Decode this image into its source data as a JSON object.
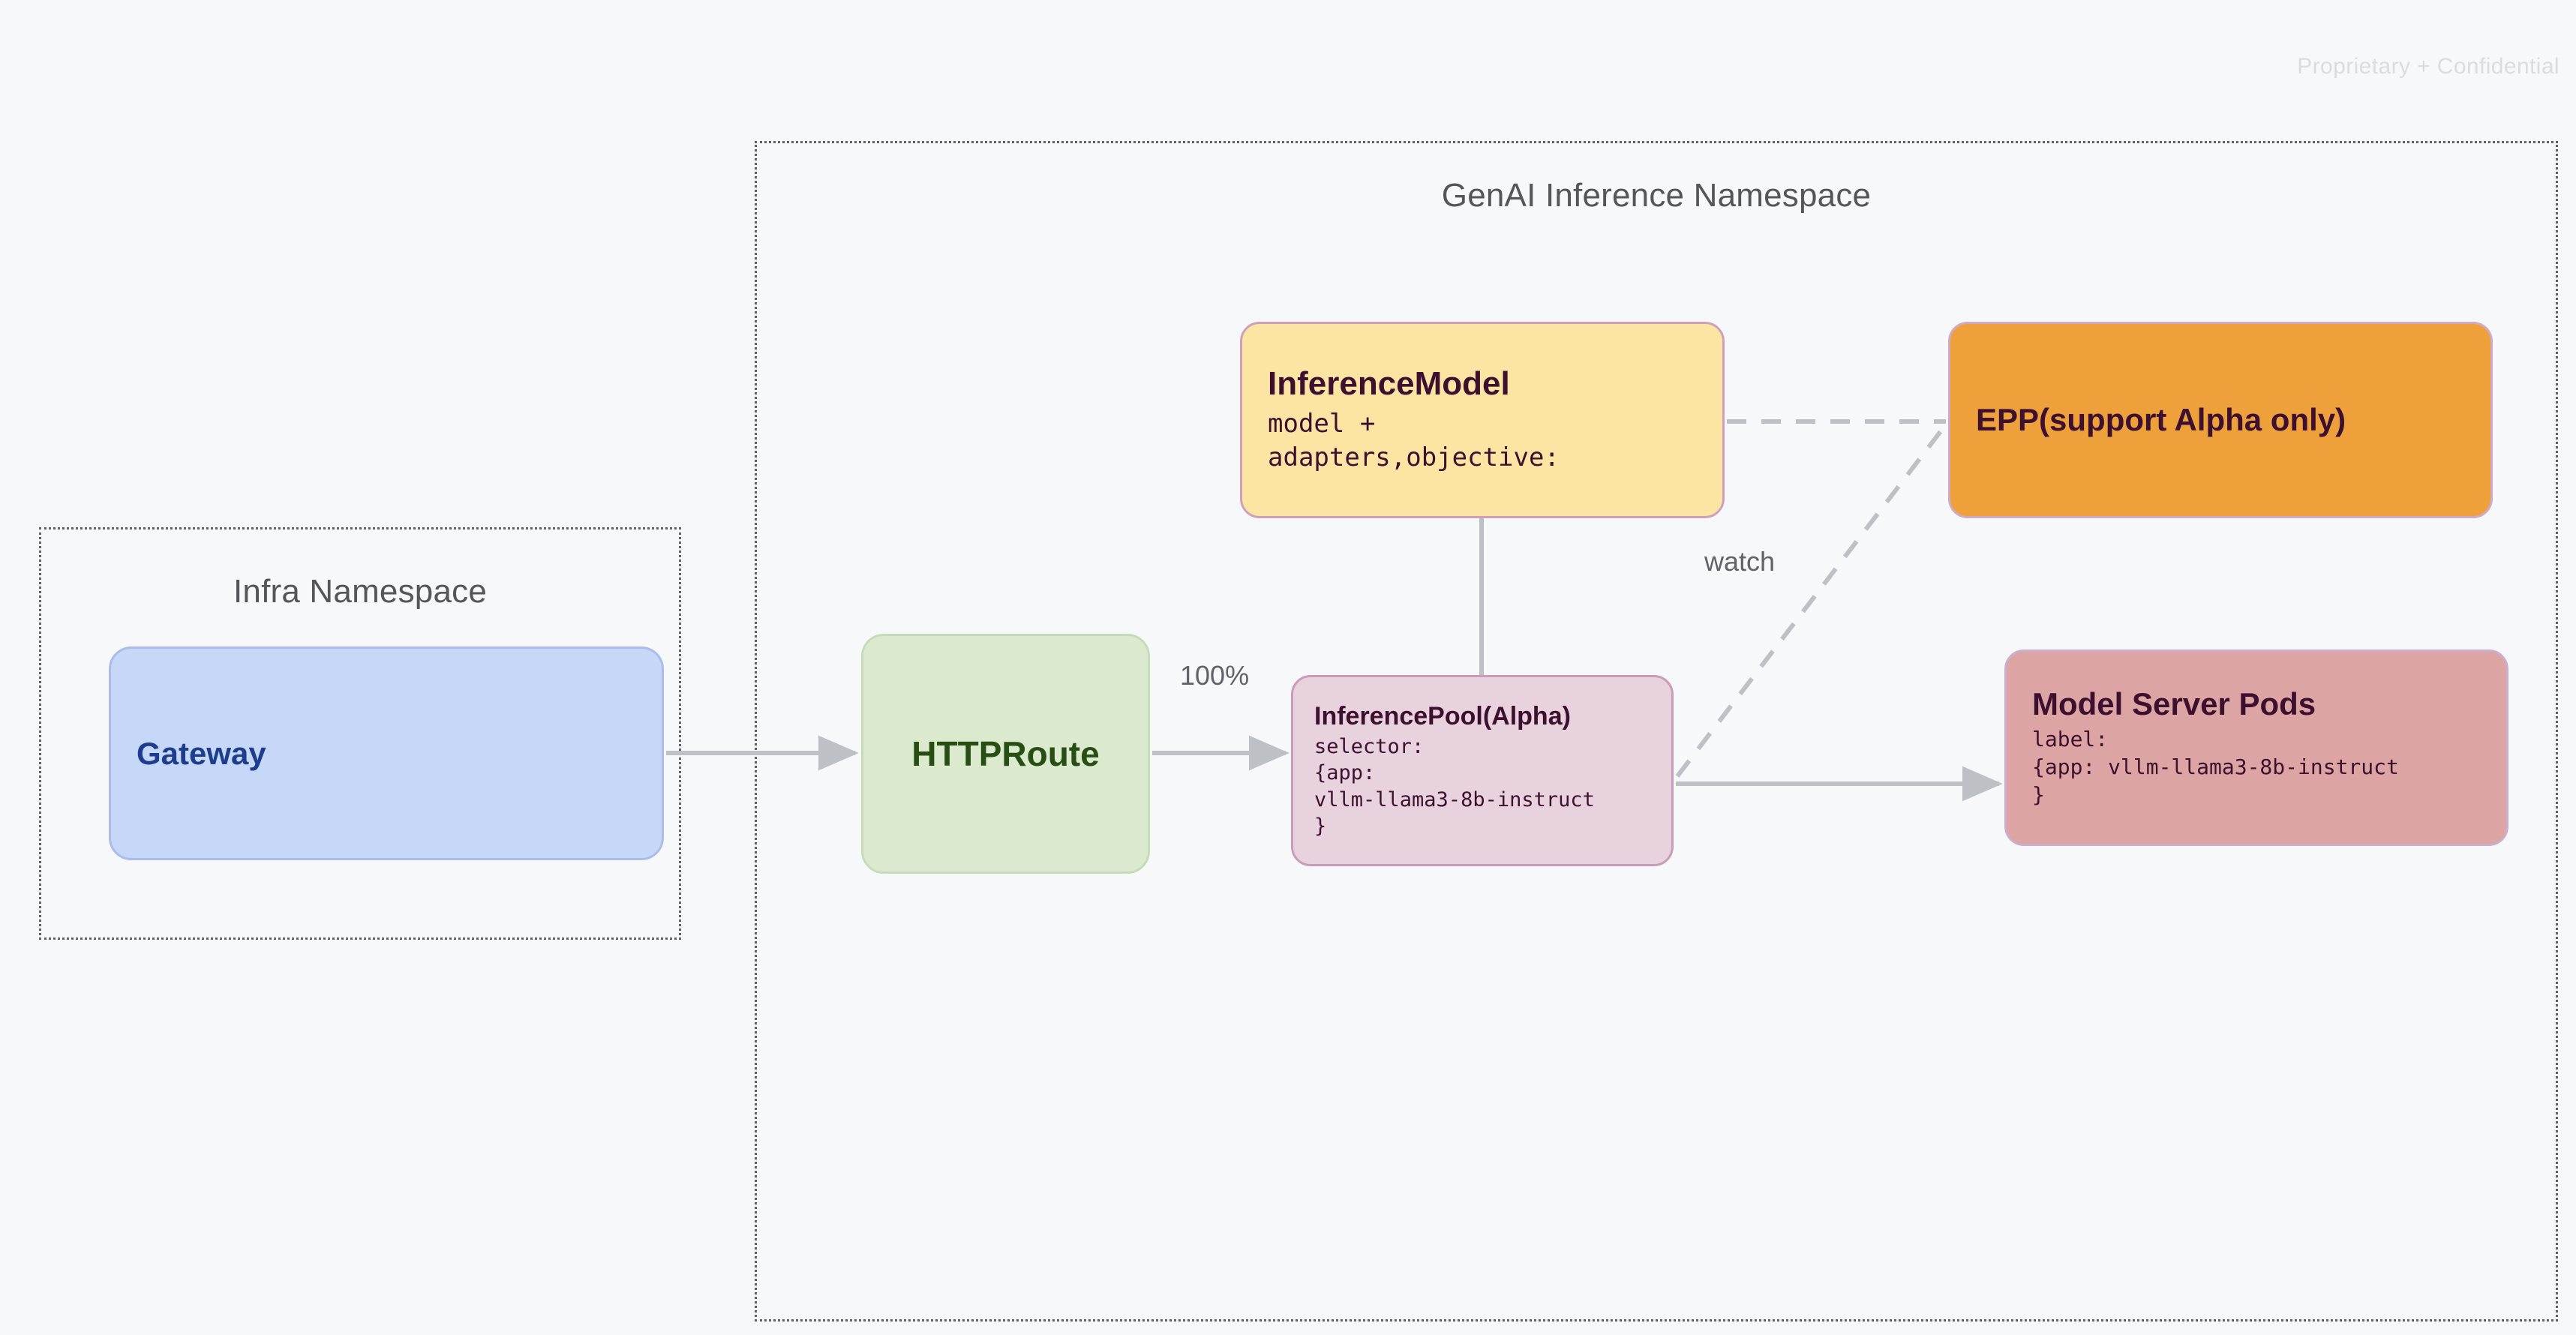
{
  "watermark": "Proprietary + Confidential",
  "namespaces": [
    {
      "id": "infra",
      "title": "Infra Namespace"
    },
    {
      "id": "genai",
      "title": "GenAI Inference Namespace"
    }
  ],
  "nodes": {
    "gateway": {
      "title": "Gateway"
    },
    "httproute": {
      "title": "HTTPRoute"
    },
    "inference_model": {
      "title": "InferenceModel",
      "body": "model +\nadapters,objective:"
    },
    "inference_pool": {
      "title": "InferencePool(Alpha)",
      "body": "selector:\n{app:\nvllm-llama3-8b-instruct\n}"
    },
    "epp": {
      "title": "EPP(support Alpha only)"
    },
    "model_server_pods": {
      "title": "Model Server Pods",
      "body": "label:\n{app: vllm-llama3-8b-instruct\n}"
    }
  },
  "edges": {
    "gateway_to_httproute": {
      "label": ""
    },
    "httproute_to_inferencepool": {
      "label": "100%"
    },
    "inferencemodel_to_inferencepool": {
      "label": ""
    },
    "inferencepool_to_modelserver": {
      "label": ""
    },
    "inferencemodel_to_epp": {
      "label": ""
    },
    "inferencepool_to_epp": {
      "label": "watch"
    }
  },
  "colors": {
    "background": "#f7f8fa",
    "gateway_fill": "#c6d7f8",
    "gateway_text": "#1f3d8f",
    "httproute_fill": "#dbeacf",
    "httproute_text": "#274e13",
    "inference_model_fill": "#fce5a3",
    "inference_pool_fill": "#e7d2de",
    "epp_fill": "#eea03b",
    "model_server_fill": "#dca5a4",
    "node_text_dark": "#3d1030",
    "connector": "#bdc1c6",
    "namespace_border": "#5f6368"
  }
}
